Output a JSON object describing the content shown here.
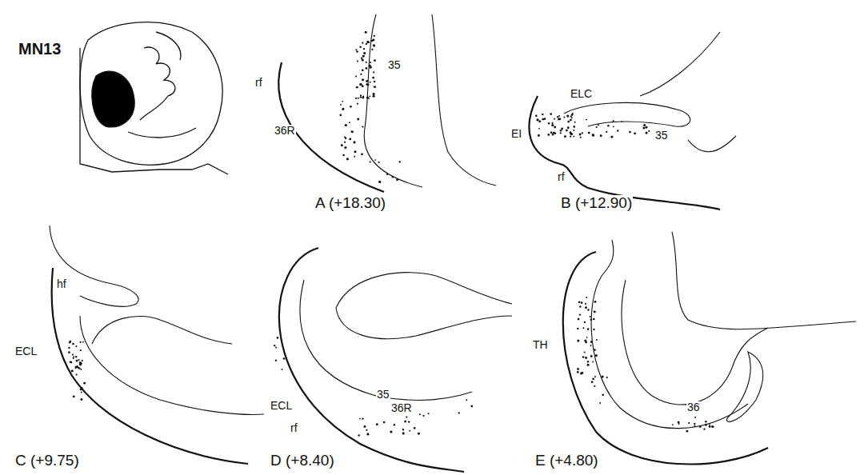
{
  "diagram": {
    "labels": [
      "MN13",
      "rf",
      "35",
      "36R",
      "A (+18.30)",
      "EI",
      "ELC",
      "35",
      "rf",
      "B (+12.90)",
      "hf",
      "ECL",
      "C (+9.75)",
      "ECL",
      "35",
      "36R",
      "rf",
      "D (+8.40)",
      "TH",
      "36",
      "E (+4.80)"
    ]
  }
}
